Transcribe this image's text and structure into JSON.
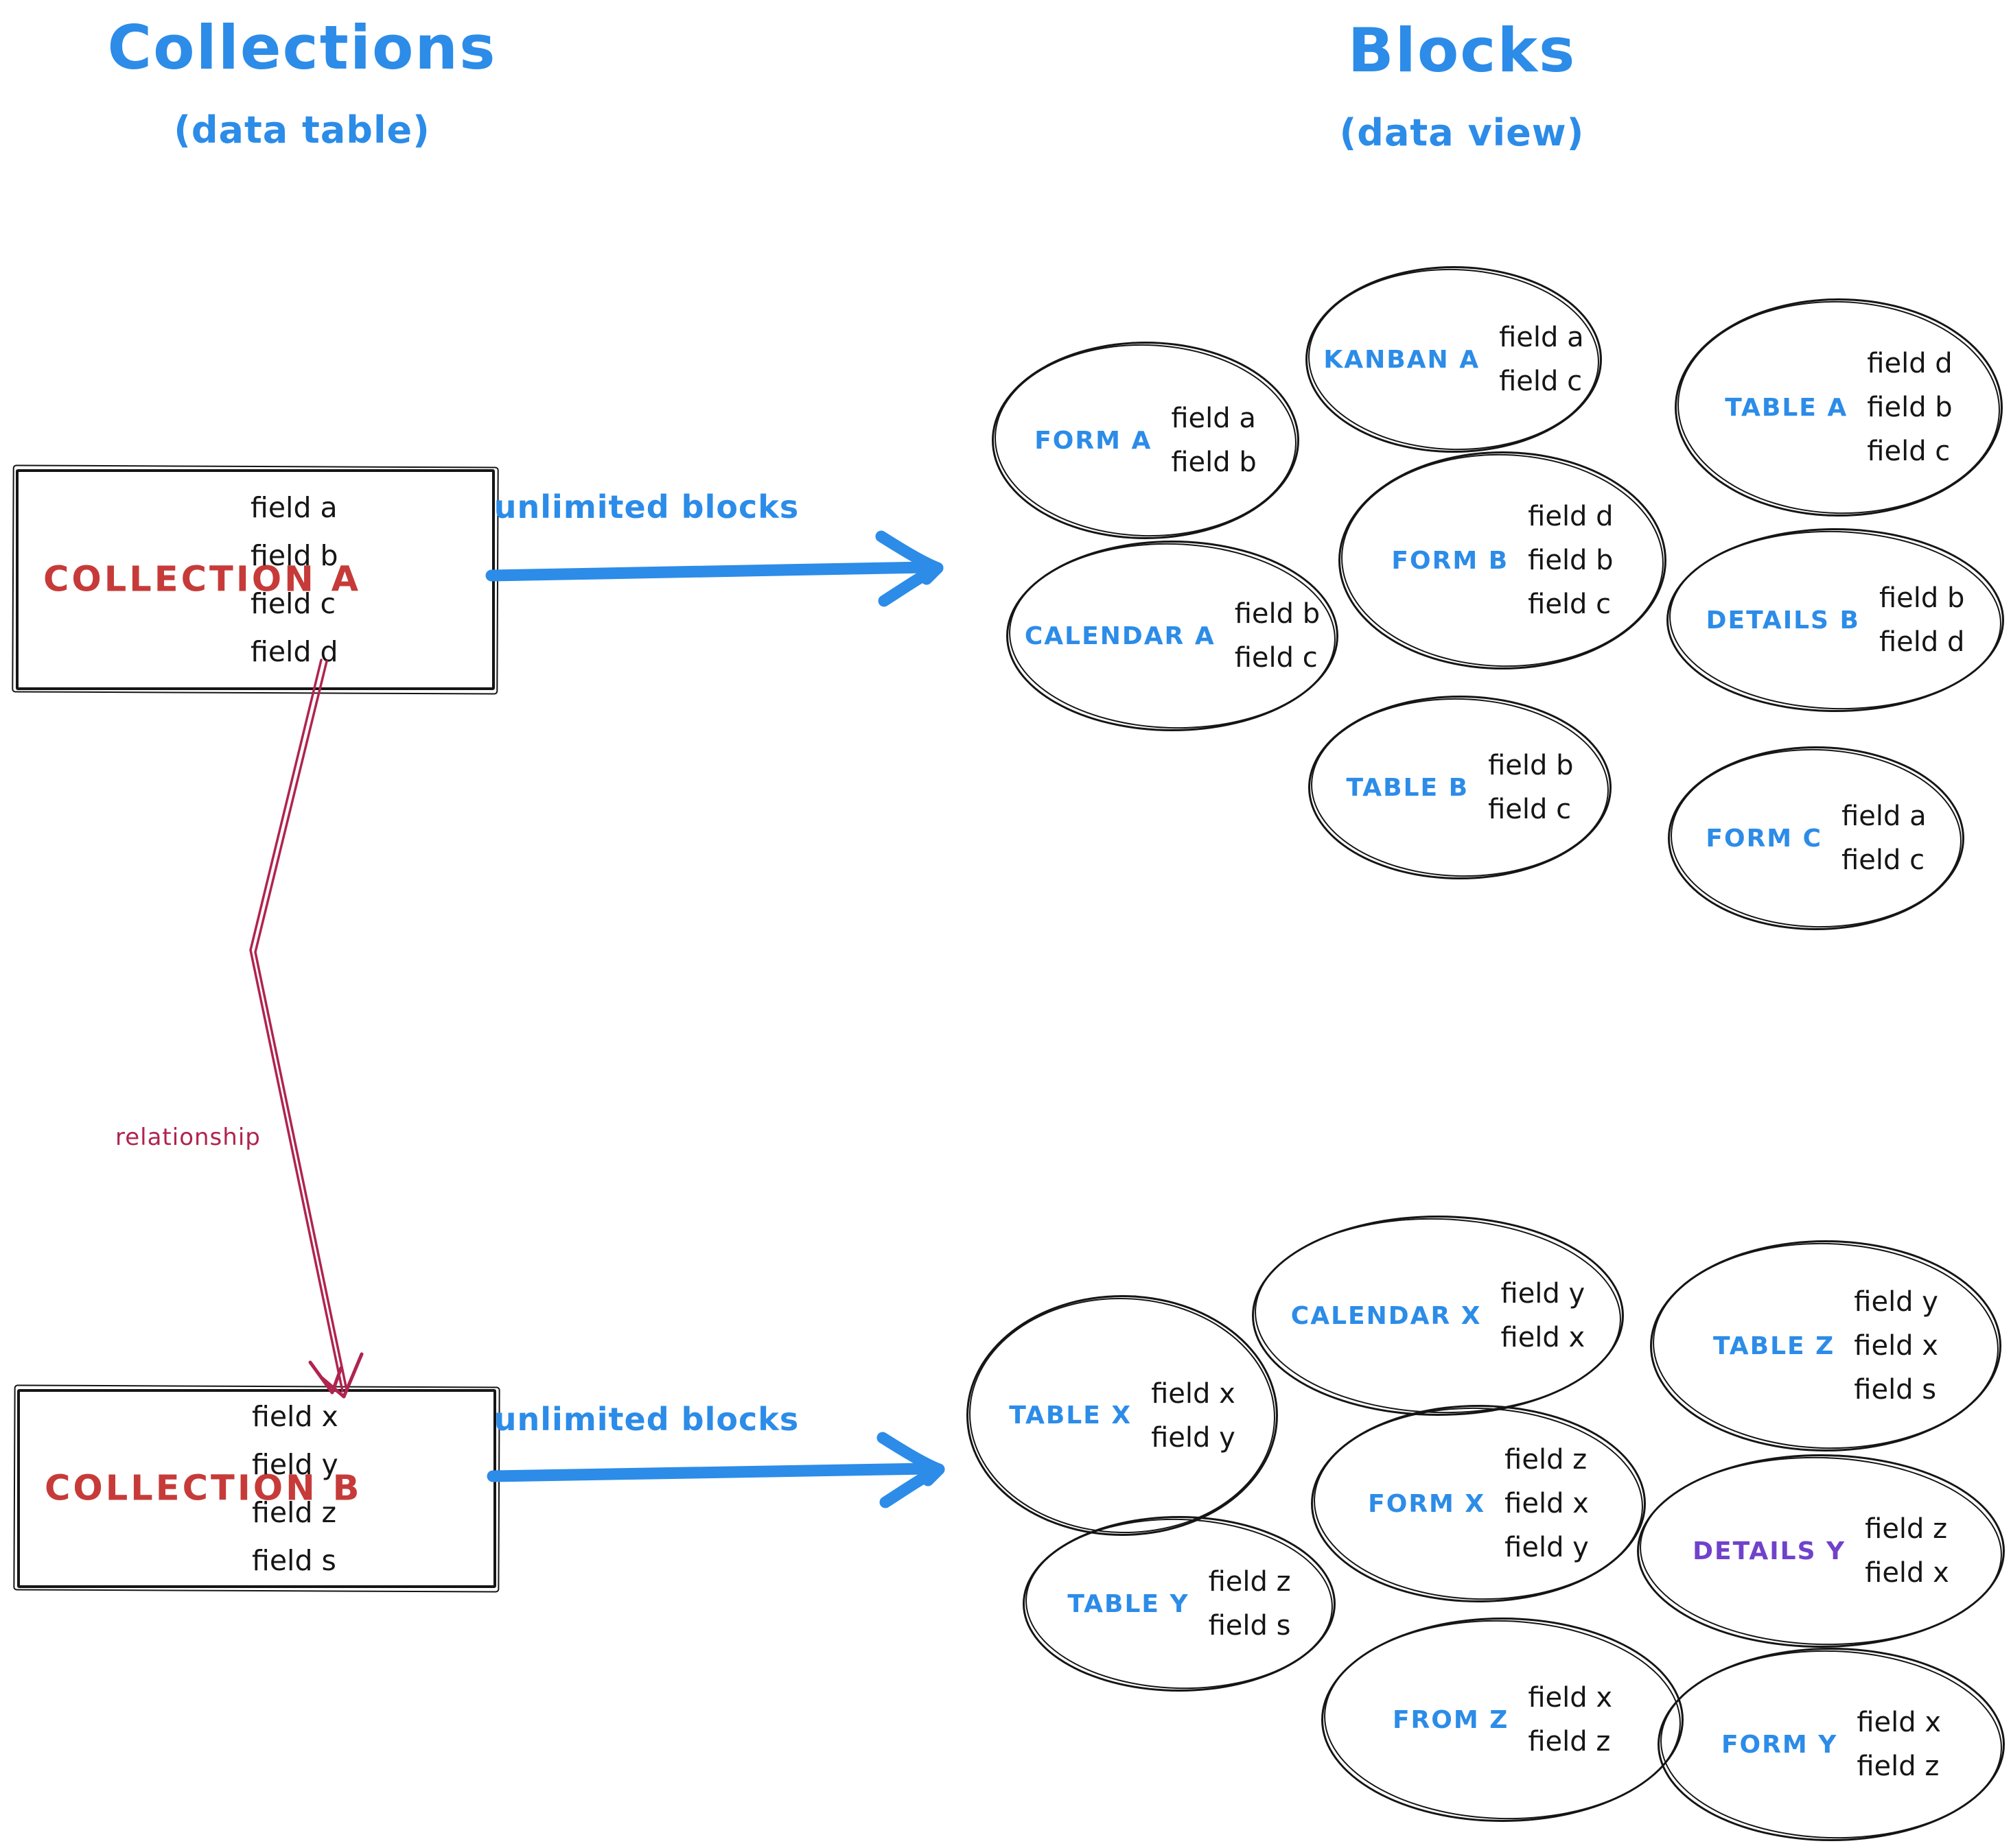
{
  "left_column": {
    "title": "Collections",
    "subtitle": "(data table)"
  },
  "right_column": {
    "title": "Blocks",
    "subtitle": "(data view)"
  },
  "collection_a": {
    "name": "COLLECTION A",
    "fields": [
      "field a",
      "field b",
      "field c",
      "field d"
    ]
  },
  "collection_b": {
    "name": "COLLECTION B",
    "fields": [
      "field x",
      "field y",
      "field z",
      "field s"
    ]
  },
  "arrow_a_label": "unlimited blocks",
  "arrow_b_label": "unlimited blocks",
  "relationship_label": "relationship",
  "blocks_a": [
    {
      "label": "FORM A",
      "fields": [
        "field a",
        "field b"
      ]
    },
    {
      "label": "KANBAN A",
      "fields": [
        "field a",
        "field c"
      ]
    },
    {
      "label": "TABLE A",
      "fields": [
        "field d",
        "field b",
        "field c"
      ]
    },
    {
      "label": "CALENDAR A",
      "fields": [
        "field b",
        "field c"
      ]
    },
    {
      "label": "FORM B",
      "fields": [
        "field d",
        "field b",
        "field c"
      ]
    },
    {
      "label": "DETAILS B",
      "fields": [
        "field b",
        "field d"
      ]
    },
    {
      "label": "TABLE B",
      "fields": [
        "field b",
        "field c"
      ]
    },
    {
      "label": "FORM C",
      "fields": [
        "field a",
        "field c"
      ]
    }
  ],
  "blocks_b": [
    {
      "label": "TABLE X",
      "fields": [
        "field x",
        "field y"
      ]
    },
    {
      "label": "CALENDAR X",
      "fields": [
        "field y",
        "field x"
      ]
    },
    {
      "label": "TABLE Z",
      "fields": [
        "field y",
        "field x",
        "field s"
      ]
    },
    {
      "label": "FORM X",
      "fields": [
        "field z",
        "field x",
        "field y"
      ]
    },
    {
      "label": "TABLE Y",
      "fields": [
        "field z",
        "field s"
      ]
    },
    {
      "label": "DETAILS Y",
      "fields": [
        "field z",
        "field x"
      ]
    },
    {
      "label": "FROM Z",
      "fields": [
        "field x",
        "field z"
      ]
    },
    {
      "label": "FORM Y",
      "fields": [
        "field x",
        "field z"
      ]
    }
  ],
  "colors": {
    "accent_blue": "#2c8ce8",
    "collection_red": "#c63b39",
    "relationship_crimson": "#b0244f",
    "details_y_purple": "#7142cb",
    "ink_black": "#151515"
  }
}
